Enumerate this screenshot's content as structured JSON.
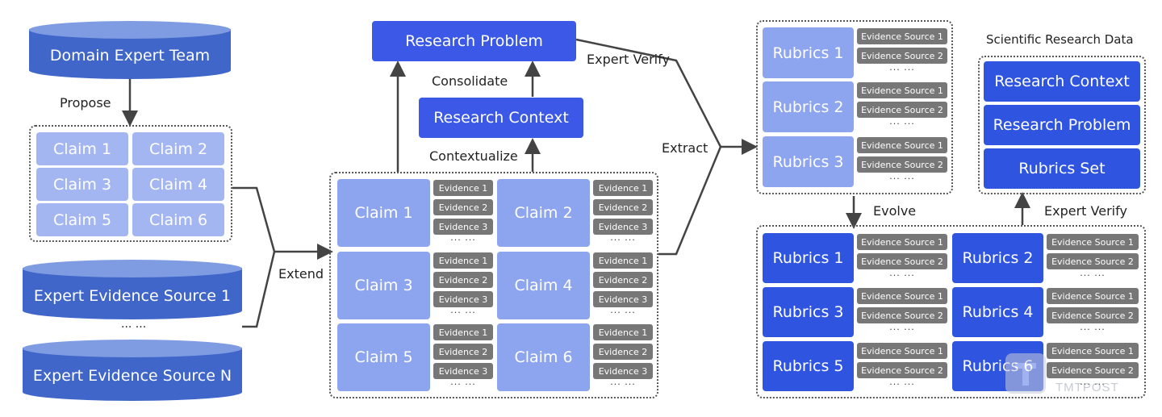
{
  "left": {
    "domain_team": "Domain Expert Team",
    "propose": "Propose",
    "claims": [
      "Claim 1",
      "Claim 2",
      "Claim 3",
      "Claim 4",
      "Claim 5",
      "Claim 6"
    ],
    "source1": "Expert Evidence Source 1",
    "ellipsis": "··· ···",
    "sourceN": "Expert Evidence Source N",
    "extend": "Extend"
  },
  "middle": {
    "research_problem": "Research Problem",
    "consolidate": "Consolidate",
    "research_context": "Research Context",
    "contextualize": "Contextualize",
    "claims": [
      "Claim 1",
      "Claim 2",
      "Claim 3",
      "Claim 4",
      "Claim 5",
      "Claim 6"
    ],
    "evidence": [
      "Evidence 1",
      "Evidence 2",
      "Evidence 3"
    ],
    "ellipsis": "··· ···",
    "expert_verify": "Expert Verify",
    "extract": "Extract"
  },
  "right": {
    "rubrics_top": [
      "Rubrics 1",
      "Rubrics 2",
      "Rubrics 3"
    ],
    "rubrics_bottom": [
      "Rubrics 1",
      "Rubrics 2",
      "Rubrics 3",
      "Rubrics 4",
      "Rubrics 5",
      "Rubrics 6"
    ],
    "evidence_sources": [
      "Evidence Source 1",
      "Evidence Source 2"
    ],
    "ellipsis": "··· ···",
    "evolve": "Evolve",
    "expert_verify": "Expert Verify",
    "sci_title": "Scientific Research Data",
    "sci_items": [
      "Research Context",
      "Research Problem",
      "Rubrics Set"
    ]
  },
  "watermark": "TMTPOST",
  "colors": {
    "dark_blue": "#2f55e0",
    "light_blue": "#a3b6f2",
    "mid_blue": "#8da4ee",
    "evidence_gray": "#777777",
    "cylinder": "#3f66c8"
  }
}
